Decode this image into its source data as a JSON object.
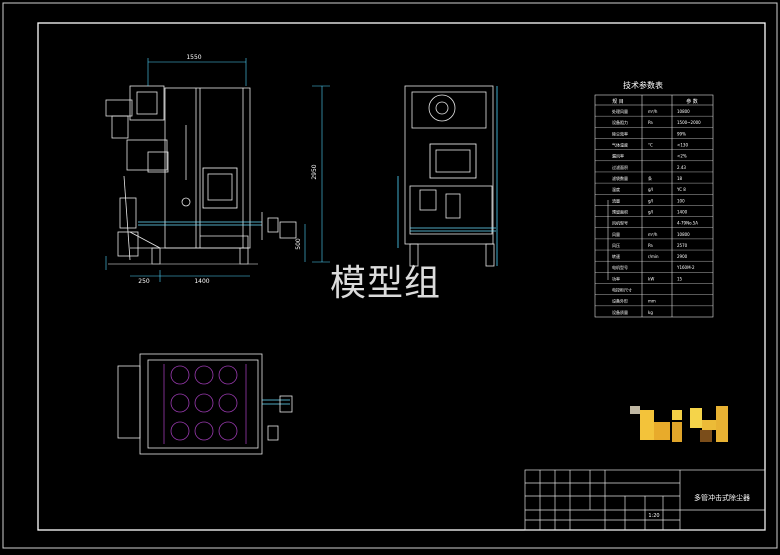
{
  "drawing": {
    "dimensions": {
      "top_width": "1550",
      "height_total": "2950",
      "base_width": "1400",
      "left_offset": "250",
      "leg_height": "500"
    },
    "table": {
      "title": "技术参数表",
      "header_name": "规 目",
      "header_value": "参 数",
      "rows": [
        {
          "name": "处理风量",
          "unit": "m³/h",
          "value": "10800"
        },
        {
          "name": "设备阻力",
          "unit": "Pa",
          "value": "1500~2000"
        },
        {
          "name": "除尘效率",
          "unit": "",
          "value": "99%"
        },
        {
          "name": "气体温度",
          "unit": "°C",
          "value": "<130"
        },
        {
          "name": "漏风率",
          "unit": "",
          "value": "<2%"
        },
        {
          "name": "过滤面积",
          "unit": "",
          "value": "2.43"
        },
        {
          "name": "滤袋数量",
          "unit": "条",
          "value": "18"
        },
        {
          "name": "温度",
          "unit": "g/l",
          "value": "YC 8"
        },
        {
          "name": "流量",
          "unit": "g/l",
          "value": "100"
        },
        {
          "name": "预留面积",
          "unit": "g/l",
          "value": "1400"
        },
        {
          "name": "风机型号",
          "unit": "",
          "value": "4-79No.5A"
        },
        {
          "name": "风量",
          "unit": "m³/h",
          "value": "10800"
        },
        {
          "name": "风压",
          "unit": "Pa",
          "value": "2570"
        },
        {
          "name": "转速",
          "unit": "r/min",
          "value": "2900"
        },
        {
          "name": "电机型号",
          "unit": "",
          "value": "Y160M-2"
        },
        {
          "name": "功率",
          "unit": "kW",
          "value": "15"
        },
        {
          "name": "电控柜尺寸",
          "unit": "",
          "value": ""
        },
        {
          "name": "设备外形",
          "unit": "mm",
          "value": ""
        },
        {
          "name": "设备质量",
          "unit": "kg",
          "value": ""
        }
      ]
    },
    "title_block": {
      "drawing_title": "多管冲击式除尘器",
      "scale": "1:20"
    },
    "watermark": "模型组",
    "logo": "bi4"
  }
}
